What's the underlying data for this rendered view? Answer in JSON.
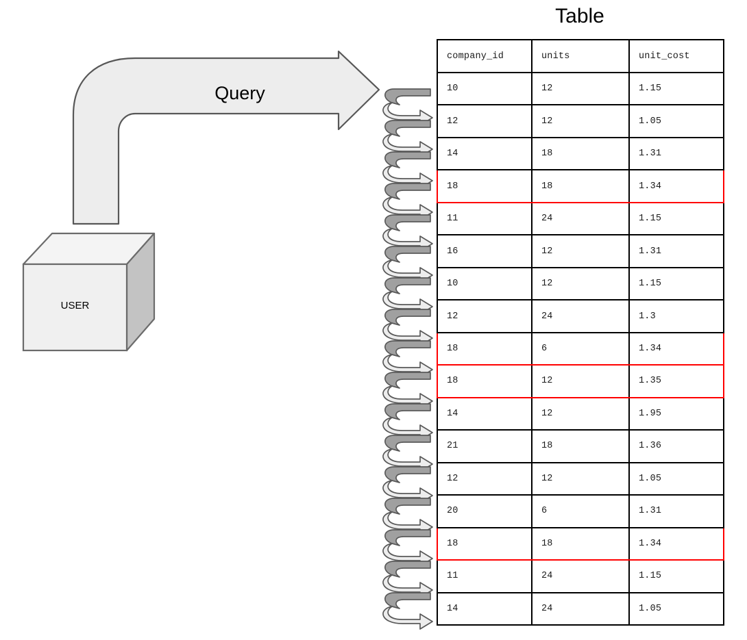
{
  "diagram": {
    "title": "Table",
    "query_label": "Query",
    "user_label": "USER",
    "colors": {
      "shape_fill": "#ededed",
      "shape_stroke": "#575757",
      "cube_front": "#f0f0f0",
      "cube_top": "#f4f4f4",
      "cube_side": "#c3c3c3",
      "cube_stroke": "#6b6b6b",
      "coil_dark": "#a0a0a0",
      "coil_light": "#ededed",
      "coil_stroke": "#595959",
      "table_border": "#000000",
      "highlight_border": "#ff0000",
      "text": "#000000",
      "background": "#ffffff"
    },
    "icons": {
      "query_arrow": "elbow-block-arrow-right",
      "connector": "coiled-spiral-arrow",
      "user_node": "3d-cube"
    },
    "coil_count": 17
  },
  "table": {
    "columns": [
      "company_id",
      "units",
      "unit_cost"
    ],
    "rows": [
      {
        "company_id": "10",
        "units": "12",
        "unit_cost": "1.15",
        "highlighted": false
      },
      {
        "company_id": "12",
        "units": "12",
        "unit_cost": "1.05",
        "highlighted": false
      },
      {
        "company_id": "14",
        "units": "18",
        "unit_cost": "1.31",
        "highlighted": false
      },
      {
        "company_id": "18",
        "units": "18",
        "unit_cost": "1.34",
        "highlighted": true
      },
      {
        "company_id": "11",
        "units": "24",
        "unit_cost": "1.15",
        "highlighted": false
      },
      {
        "company_id": "16",
        "units": "12",
        "unit_cost": "1.31",
        "highlighted": false
      },
      {
        "company_id": "10",
        "units": "12",
        "unit_cost": "1.15",
        "highlighted": false
      },
      {
        "company_id": "12",
        "units": "24",
        "unit_cost": "1.3",
        "highlighted": false
      },
      {
        "company_id": "18",
        "units": "6",
        "unit_cost": "1.34",
        "highlighted": true
      },
      {
        "company_id": "18",
        "units": "12",
        "unit_cost": "1.35",
        "highlighted": true
      },
      {
        "company_id": "14",
        "units": "12",
        "unit_cost": "1.95",
        "highlighted": false
      },
      {
        "company_id": "21",
        "units": "18",
        "unit_cost": "1.36",
        "highlighted": false
      },
      {
        "company_id": "12",
        "units": "12",
        "unit_cost": "1.05",
        "highlighted": false
      },
      {
        "company_id": "20",
        "units": "6",
        "unit_cost": "1.31",
        "highlighted": false
      },
      {
        "company_id": "18",
        "units": "18",
        "unit_cost": "1.34",
        "highlighted": true
      },
      {
        "company_id": "11",
        "units": "24",
        "unit_cost": "1.15",
        "highlighted": false
      },
      {
        "company_id": "14",
        "units": "24",
        "unit_cost": "1.05",
        "highlighted": false
      }
    ]
  }
}
